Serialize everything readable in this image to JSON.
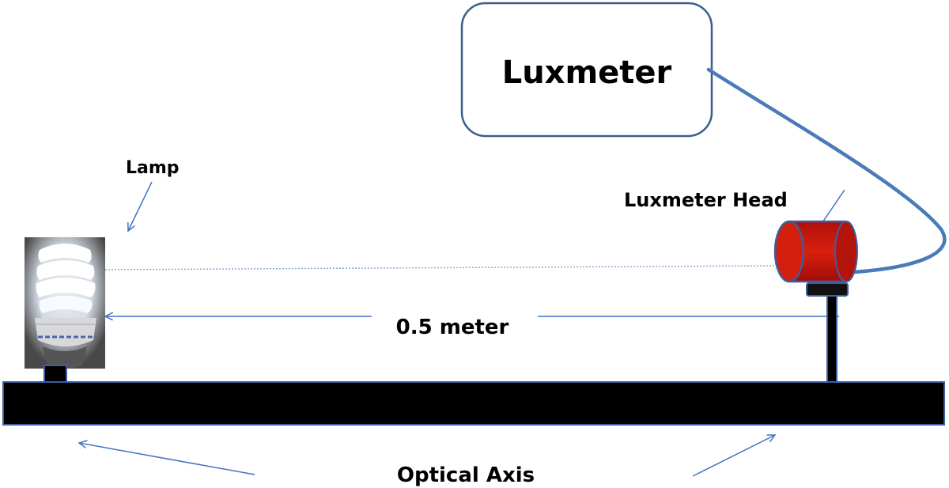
{
  "labels": {
    "luxmeter": "Luxmeter",
    "lamp": "Lamp",
    "luxmeter_head": "Luxmeter  Head",
    "distance": "0.5 meter",
    "optical_axis": "Optical Axis"
  },
  "colors": {
    "box_border": "#3a5f8a",
    "cable": "#4a7ab8",
    "arrow": "#4472c4",
    "rail": "#000000",
    "rail_border": "#3b5fa0",
    "detector_head": "#cc1a0a",
    "lamp_background": "#4a4a4a",
    "lamp_glow": "#f4f8ff"
  }
}
